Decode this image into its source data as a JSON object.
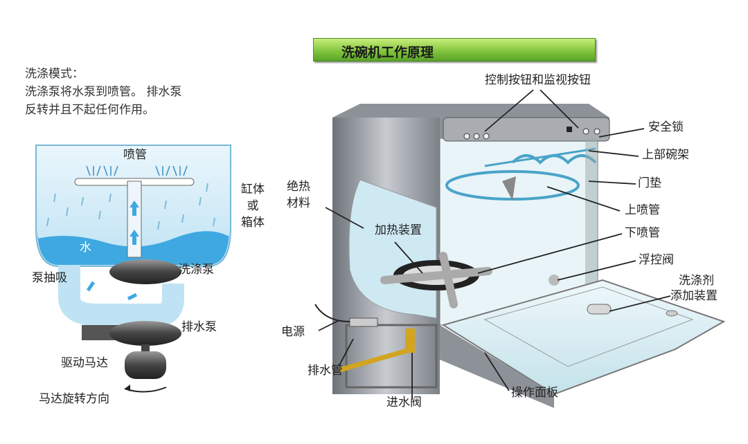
{
  "title": "洗碗机工作原理",
  "description": {
    "heading": "洗涤模式：",
    "line1": "洗涤泵将水泵到喷管。 排水泵",
    "line2": "反转并且不起任何作用。"
  },
  "left_labels": {
    "spray_pipe": "喷管",
    "tank_1": "缸体",
    "tank_2": "或",
    "tank_3": "箱体",
    "water": "水",
    "pump_suction": "泵抽吸",
    "wash_pump": "洗涤泵",
    "drain_pump": "排水泵",
    "drive_motor": "驱动马达",
    "motor_direction": "马达旋转方向"
  },
  "right_labels": {
    "controls": "控制按钮和监视按钮",
    "safety_lock": "安全锁",
    "upper_rack": "上部碗架",
    "door_seal": "门垫",
    "upper_spray": "上喷管",
    "lower_spray": "下喷管",
    "float_valve": "浮控阀",
    "detergent_1": "洗涤剂",
    "detergent_2": "添加装置",
    "insulation_1": "绝热",
    "insulation_2": "材料",
    "heater": "加热装置",
    "power": "电源",
    "drain_hose": "排水管",
    "inlet_valve": "进水阀",
    "control_panel": "操作面板"
  },
  "colors": {
    "water": "#3fa8e0",
    "tank": "#d6eef8",
    "banner": "#7ec23a",
    "metal": "#8a8f96"
  }
}
